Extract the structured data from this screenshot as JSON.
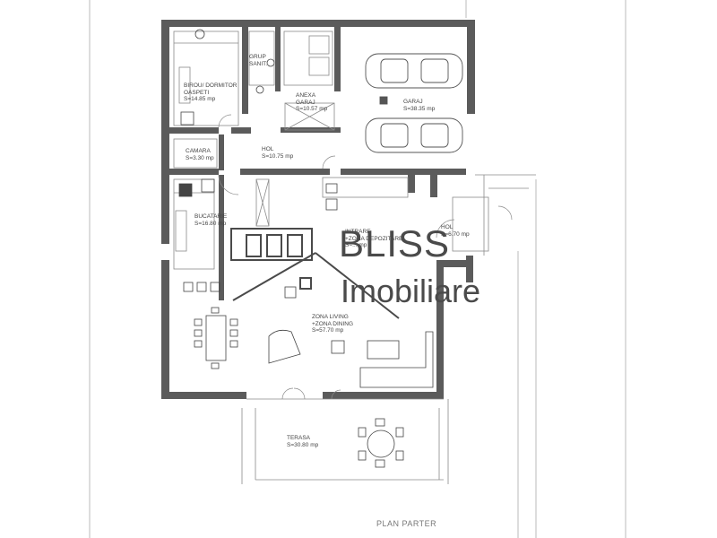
{
  "rooms": {
    "birou": {
      "name_line1": "BIROU/ DORMITOR",
      "name_line2": "OASPETI",
      "area": "S=14.85 mp"
    },
    "grup_sanitar": {
      "name_line1": "GRUP",
      "name_line2": "SANIT."
    },
    "anexa_garaj": {
      "name_line1": "ANEXA",
      "name_line2": "GARAJ",
      "area": "S=10.57 mp"
    },
    "garaj": {
      "name": "GARAJ",
      "area": "S=38.35 mp"
    },
    "camara": {
      "name": "CAMARA",
      "area": "S=3.30 mp"
    },
    "hol_north": {
      "name": "HOL",
      "area": "S=10.75 mp"
    },
    "bucatarie": {
      "name": "BUCATARIE",
      "area": "S=16.80 mp"
    },
    "intrare": {
      "name_line1": "INTRARE",
      "name_line2": "+ZONA DEPOZITARE",
      "area": "S=... mp"
    },
    "hol_east": {
      "name": "HOL",
      "area": "S=6.70 mp"
    },
    "living": {
      "name_line1": "ZONA LIVING",
      "name_line2": "+ZONA DINING",
      "area": "S=57.70 mp"
    },
    "terasa": {
      "name": "TERASA",
      "area": "S=30.80 mp"
    }
  },
  "watermark": {
    "line1": "BLISS",
    "line2": "Imobiliare",
    "color": "#4a4a4a"
  },
  "plan_title": "PLAN PARTER",
  "colors": {
    "wall": "#5b5b5b",
    "line": "#8a8a8a",
    "fixture": "#333333"
  }
}
